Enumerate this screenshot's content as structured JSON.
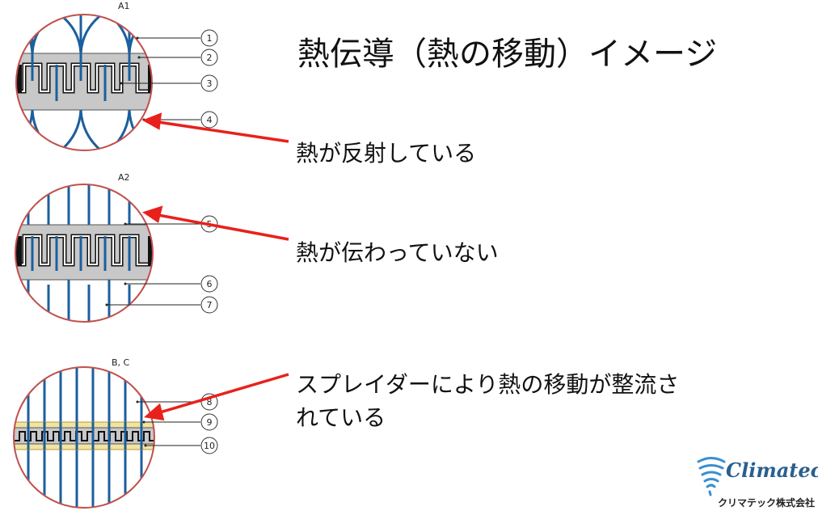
{
  "title": "熱伝導（熱の移動）イメージ",
  "panels": [
    {
      "label": "A1",
      "numbers": [
        "1",
        "2",
        "3",
        "4"
      ]
    },
    {
      "label": "A2",
      "numbers": [
        "5",
        "6",
        "7"
      ]
    },
    {
      "label": "B, C",
      "numbers": [
        "8",
        "9",
        "10"
      ]
    }
  ],
  "captions": {
    "reflect": "熱が反射している",
    "blocked": "熱が伝わっていない",
    "rectified_line1": "スプレイダーにより熱の移動が整流さ",
    "rectified_line2": "れている"
  },
  "logo": {
    "brand": "Climatec",
    "company": "クリマテック株式会社"
  },
  "colors": {
    "line_blue": "#1b5f9e",
    "circle_outline": "#c0504d",
    "arrow_red": "#e8211c",
    "band_gray": "#c8c8c8",
    "band_yellow": "#f2e3a3",
    "brand_blue": "#2a5f8f"
  }
}
